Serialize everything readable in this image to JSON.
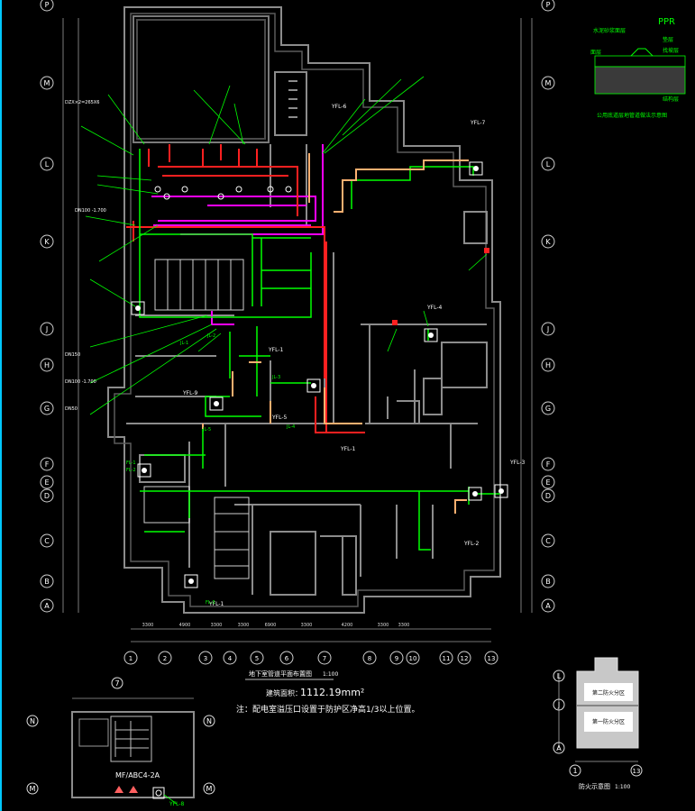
{
  "plan": {
    "title": "地下室管道平面布置图",
    "scale": "1:100",
    "area_label": "建筑面积：",
    "area_value": "1112.19mm²",
    "note": "注：配电室溢压口设置于防护区净高1/3以上位置。"
  },
  "legend_detail": {
    "material": "PPR",
    "caption": "公用底道层地管道做法示意图",
    "tags": [
      "水泥砂浆面层",
      "面层",
      "垫层",
      "找坡层",
      "结构层"
    ]
  },
  "key_plan": {
    "title": "防火示意图",
    "scale": "1:100",
    "zones": [
      "第二防火分区",
      "第一防火分区"
    ],
    "axis_top": "L",
    "axis_mid": "J",
    "axis_bottom": "A",
    "axis_left": "1",
    "axis_right": "13"
  },
  "stair_detail": {
    "label": "MF/ABC4-2A",
    "tag": "YFL-8",
    "axis_top": "7",
    "axis_left_top": "N",
    "axis_left_bottom": "M",
    "axis_right_top": "N",
    "axis_right_bottom": "M"
  },
  "grid": {
    "letters_left": [
      "P",
      "M",
      "L",
      "K",
      "J",
      "H",
      "G",
      "F",
      "E",
      "D",
      "C",
      "B",
      "A"
    ],
    "letters_right": [
      "P",
      "M",
      "L",
      "K",
      "J",
      "H",
      "G",
      "F",
      "E",
      "D",
      "C",
      "B",
      "A"
    ],
    "numbers_bottom": [
      "1",
      "2",
      "3",
      "4",
      "5",
      "6",
      "7",
      "8",
      "9",
      "10",
      "11",
      "12",
      "13"
    ]
  },
  "pipe_tags": {
    "yfl": [
      "YFL-6",
      "YFL-7",
      "YFL-4",
      "YFL-3",
      "YFL-2",
      "YFL-1",
      "YFL-1",
      "YFL-1",
      "YFL-5",
      "YFL-9"
    ],
    "jl": [
      "JL-1",
      "JL-2",
      "JL-3",
      "JL-4",
      "JL-5"
    ],
    "fl": [
      "FL-1",
      "FL-2",
      "FL-3"
    ],
    "left_notes": [
      "DZX×2=265X6",
      "DN100  -1.700",
      "DN150",
      "DN100  -1.700",
      "DN50"
    ],
    "dimensions": [
      "3300",
      "4900",
      "3300",
      "3300",
      "6900",
      "3300",
      "4200",
      "3300",
      "3300"
    ]
  },
  "colors": {
    "background": "#000000",
    "wall": "#8c8c8c",
    "water_supply": "#00ff00",
    "fire_pipe": "#ff2020",
    "magenta_pipe": "#ff00ff",
    "drain": "#ffb070",
    "text": "#ffffff",
    "axis": "#c8c8c8"
  }
}
